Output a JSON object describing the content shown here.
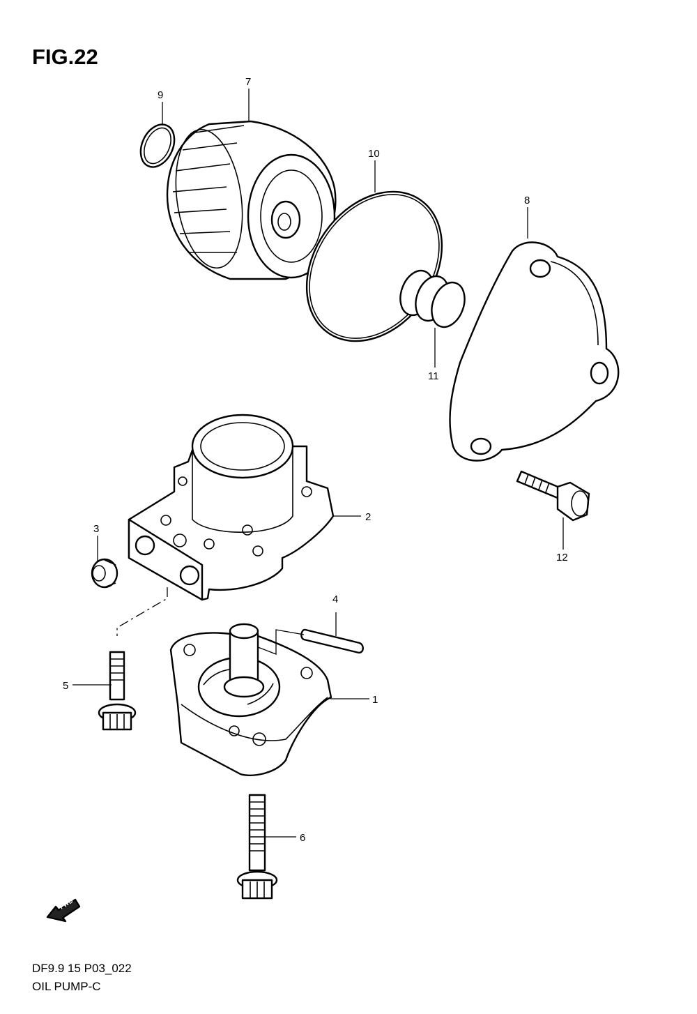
{
  "figure": {
    "title": "FIG.22",
    "code": "DF9.9 15 P03_022",
    "name": "OIL PUMP-C"
  },
  "callouts": [
    "1",
    "2",
    "3",
    "4",
    "5",
    "6",
    "7",
    "8",
    "9",
    "10",
    "11",
    "12"
  ],
  "fwd_label": "FWD",
  "colors": {
    "line": "#000000",
    "background": "#ffffff"
  }
}
